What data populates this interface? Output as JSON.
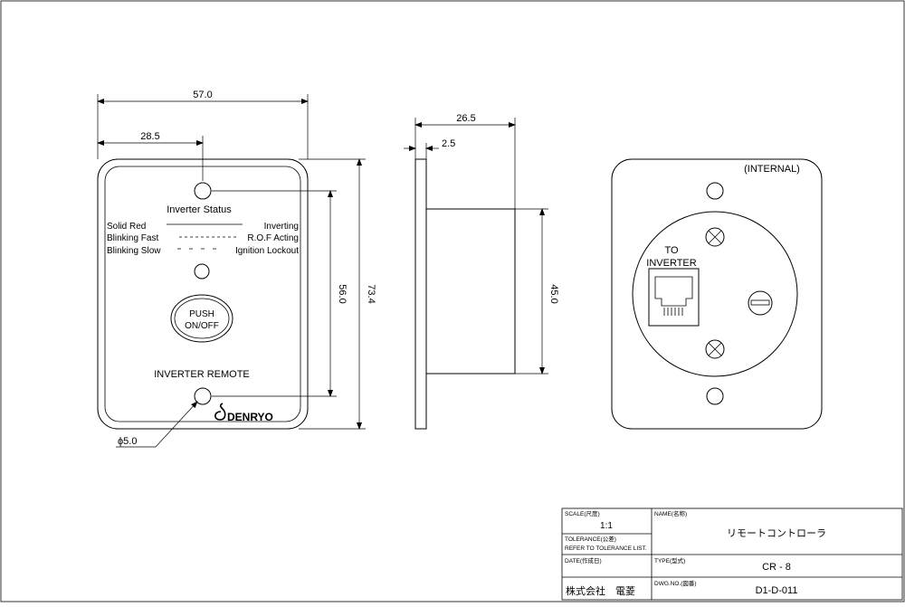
{
  "front": {
    "dim_width": "57.0",
    "dim_half": "28.5",
    "dim_height": "73.4",
    "dim_hole_pitch": "56.0",
    "dim_hole": "ϕ5.0",
    "status_title": "Inverter Status",
    "legend": [
      {
        "left": "Solid Red",
        "right": "Inverting"
      },
      {
        "left": "Blinking Fast",
        "right": "R.O.F Acting"
      },
      {
        "left": "Blinking Slow",
        "right": "Ignition Lockout"
      }
    ],
    "button_line1": "PUSH",
    "button_line2": "ON/OFF",
    "remote_label": "INVERTER REMOTE",
    "brand": "DENRYO"
  },
  "side": {
    "dim_depth": "26.5",
    "dim_plate": "2.5",
    "dim_body": "45.0"
  },
  "back": {
    "internal_label": "(INTERNAL)",
    "to_label": "TO",
    "inverter_label": "INVERTER"
  },
  "title_block": {
    "scale_label": "SCALE(尺度)",
    "scale_value": "1:1",
    "tolerance_label": "TOLERANCE(公差)",
    "tolerance_note": "REFER TO TOLERANCE LIST.",
    "date_label": "DATE(作成日)",
    "name_label": "NAME(名称)",
    "name_value": "リモートコントローラ",
    "type_label": "TYPE(型式)",
    "type_value": "CR - 8",
    "dwg_label": "DWG.NO.(図番)",
    "dwg_value": "D1-D-011",
    "company": "株式会社　電菱"
  }
}
